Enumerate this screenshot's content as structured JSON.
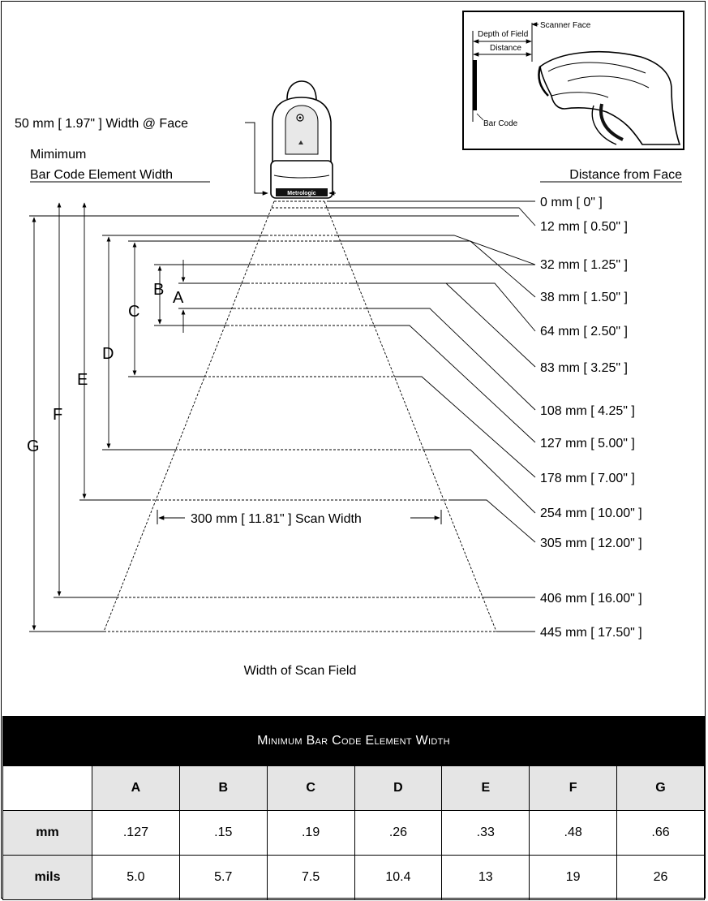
{
  "inset": {
    "scanner_face": "Scanner Face",
    "depth_of_field": "Depth of Field",
    "distance": "Distance",
    "bar_code": "Bar Code"
  },
  "labels": {
    "face_width": "50 mm [ 1.97\" ] Width @ Face",
    "min_line1": "Mimimum",
    "min_line2": "Bar Code Element Width",
    "distance_from_face": "Distance from Face",
    "scan_width": "300 mm [ 11.81\" ] Scan Width",
    "width_of_scan_field": "Width of Scan Field",
    "brand": "Metrologic"
  },
  "distances": [
    "0 mm [ 0\" ]",
    "12 mm [ 0.50\" ]",
    "32 mm [ 1.25\" ]",
    "38 mm [ 1.50\" ]",
    "64 mm [ 2.50\" ]",
    "83 mm [ 3.25\" ]",
    "108 mm [ 4.25\" ]",
    "127 mm [ 5.00\" ]",
    "178 mm [ 7.00\" ]",
    "254 mm [ 10.00\" ]",
    "305 mm [ 12.00\" ]",
    "406 mm [ 16.00\" ]",
    "445 mm [ 17.50\" ]"
  ],
  "depth_letters": [
    "A",
    "B",
    "C",
    "D",
    "E",
    "F",
    "G"
  ],
  "table": {
    "title": "Minimum Bar Code Element Width",
    "columns": [
      "A",
      "B",
      "C",
      "D",
      "E",
      "F",
      "G"
    ],
    "rows": [
      {
        "label": "mm",
        "values": [
          ".127",
          ".15",
          ".19",
          ".26",
          ".33",
          ".48",
          ".66"
        ]
      },
      {
        "label": "mils",
        "values": [
          "5.0",
          "5.7",
          "7.5",
          "10.4",
          "13",
          "19",
          "26"
        ]
      }
    ]
  }
}
